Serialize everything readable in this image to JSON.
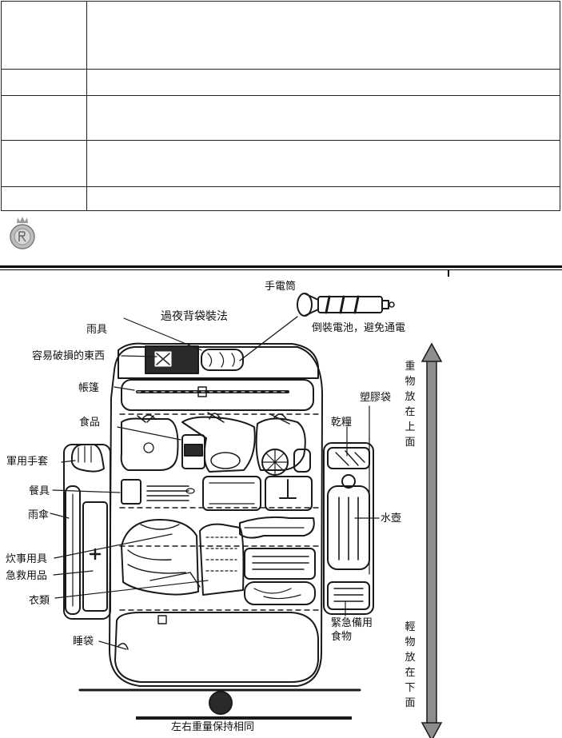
{
  "diagram": {
    "title": "過夜背袋裝法",
    "labels": {
      "flashlight": "手電筒",
      "battery_note": "倒裝電池，避免通電",
      "rain_gear": "雨具",
      "fragile_items": "容易破損的東西",
      "tent": "帳篷",
      "food": "食品",
      "gloves": "軍用手套",
      "utensils": "餐具",
      "umbrella": "雨傘",
      "cooking_gear": "炊事用具",
      "first_aid": "急救用品",
      "clothing": "衣類",
      "sleeping_bag": "睡袋",
      "plastic_bag": "塑膠袋",
      "dry_food": "乾糧",
      "water_bottle": "水壺",
      "emergency_food_line1": "緊急備用",
      "emergency_food_line2": "食物",
      "heavy_top": "重物放在上面",
      "light_bottom": "輕物放在下面",
      "balance_note": "左右重量保持相同"
    }
  },
  "colors": {
    "line": "#1a1a1a",
    "rule": "#000000",
    "seal": "#8a8a8a"
  },
  "icons": [
    "emblem-seal-icon"
  ]
}
